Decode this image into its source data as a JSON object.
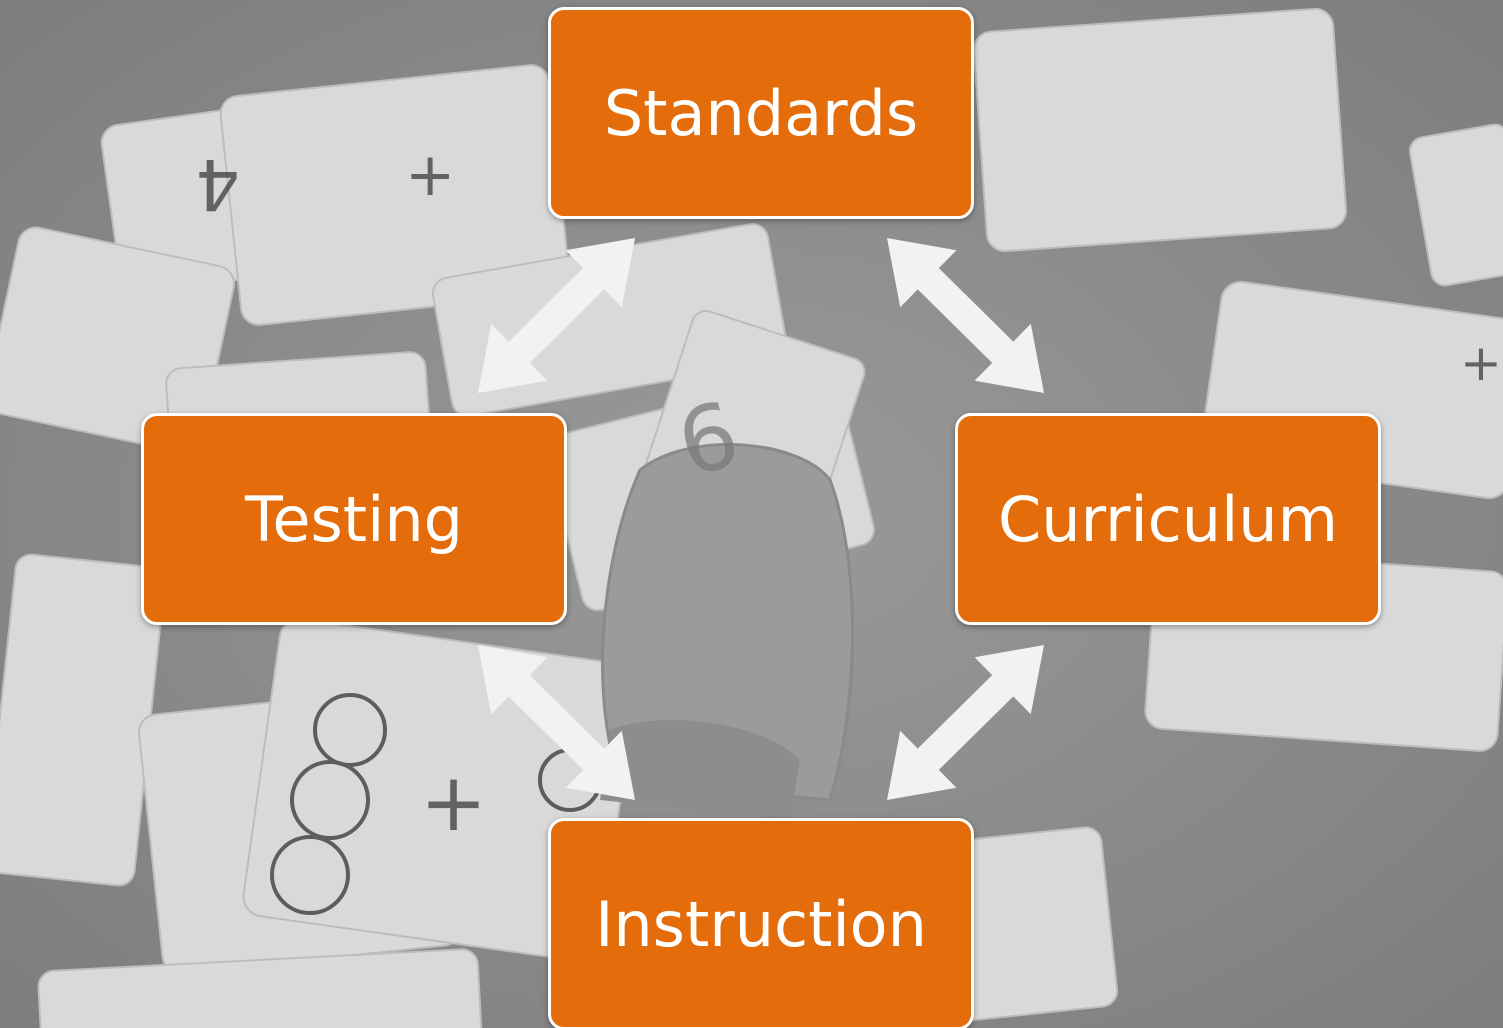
{
  "diagram": {
    "nodes": {
      "standards": "Standards",
      "testing": "Testing",
      "curriculum": "Curriculum",
      "instruction": "Instruction"
    },
    "connections": [
      {
        "from": "standards",
        "to": "testing",
        "style": "double-arrow"
      },
      {
        "from": "standards",
        "to": "curriculum",
        "style": "double-arrow"
      },
      {
        "from": "testing",
        "to": "instruction",
        "style": "double-arrow"
      },
      {
        "from": "curriculum",
        "to": "instruction",
        "style": "double-arrow"
      }
    ]
  },
  "colors": {
    "box_fill": "#E46C0A",
    "box_border": "#FFFFFF",
    "box_text": "#FFFFFF",
    "arrow": "#F2F2F2",
    "background": "#8C8C8C"
  },
  "background_image": {
    "description_icon": "grayscale-photo-icon"
  }
}
